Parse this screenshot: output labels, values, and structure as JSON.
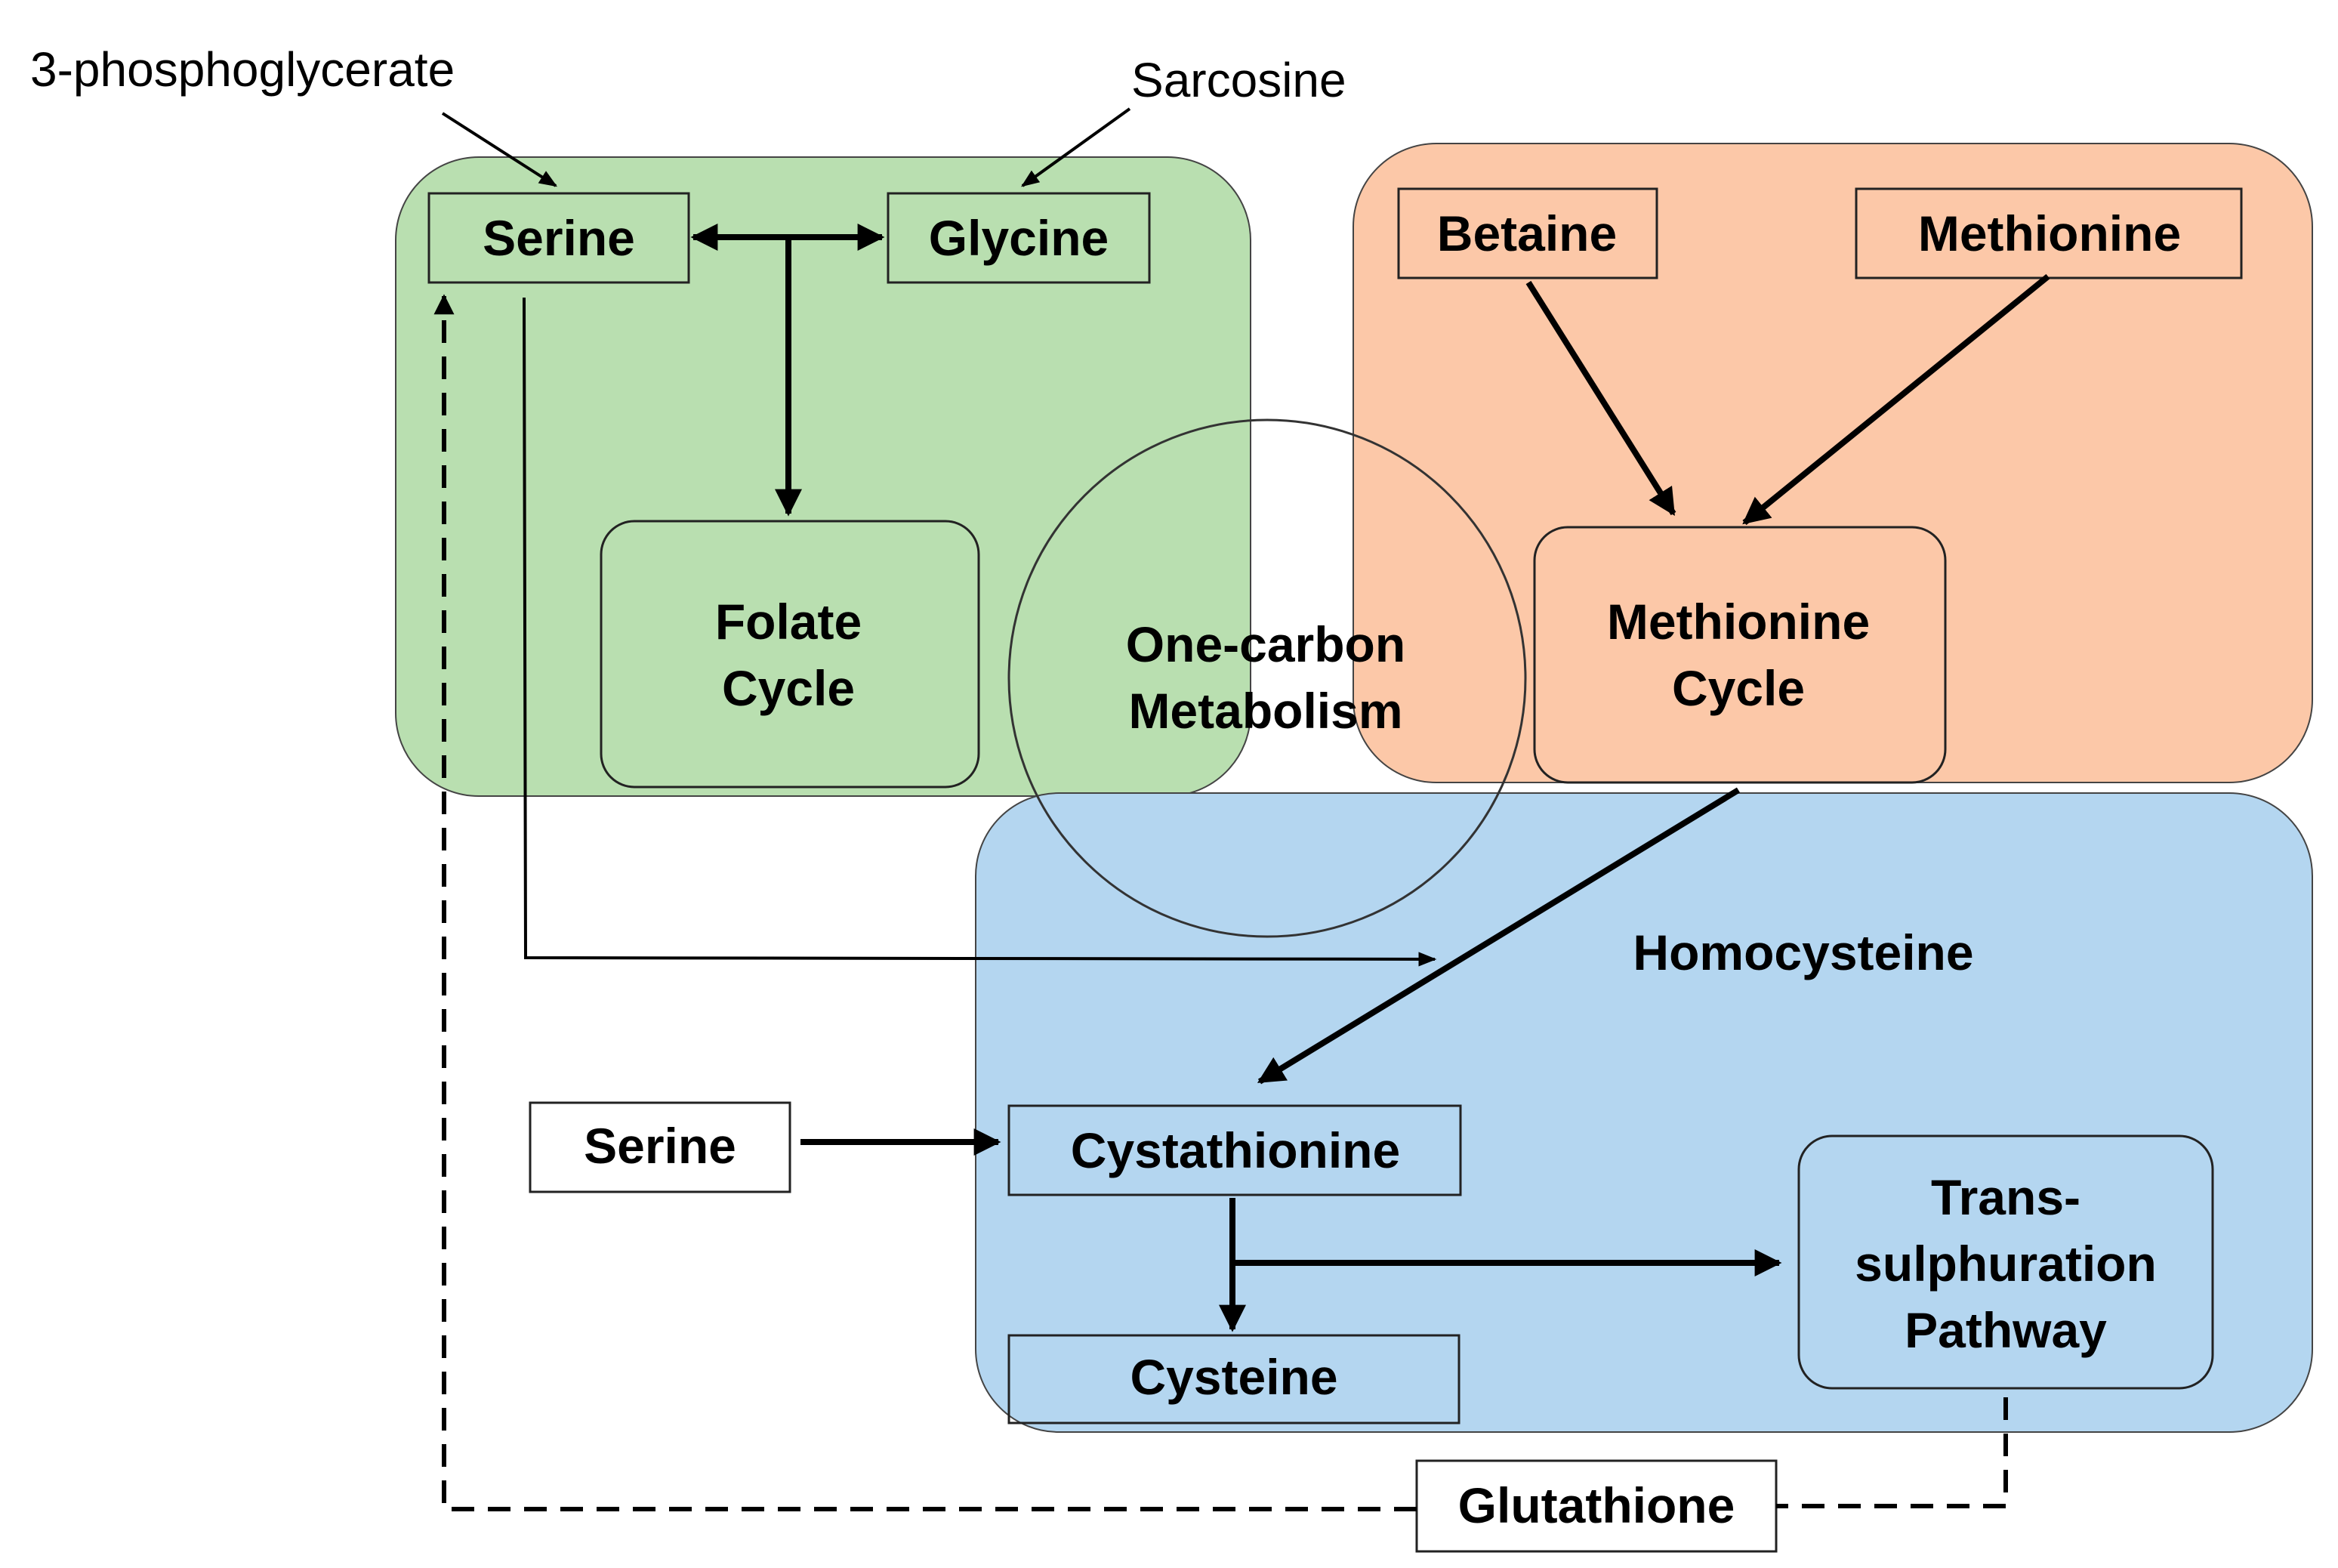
{
  "regions": {
    "green": {
      "color": "#b9dfb0"
    },
    "orange": {
      "color": "#fcc8a8"
    },
    "blue": {
      "color": "#b4d6f0"
    }
  },
  "labels": {
    "phosphoglycerate": "3-phosphoglycerate",
    "sarcosine": "Sarcosine",
    "serine_top": "Serine",
    "glycine": "Glycine",
    "folate_1": "Folate",
    "folate_2": "Cycle",
    "one_carbon_1": "One-carbon",
    "one_carbon_2": "Metabolism",
    "betaine": "Betaine",
    "methionine": "Methionine",
    "methionine_cycle_1": "Methionine",
    "methionine_cycle_2": "Cycle",
    "homocysteine": "Homocysteine",
    "serine_bottom": "Serine",
    "cystathionine": "Cystathionine",
    "cysteine": "Cysteine",
    "trans_1": "Trans-",
    "trans_2": "sulphuration",
    "trans_3": "Pathway",
    "glutathione": "Glutathione"
  }
}
